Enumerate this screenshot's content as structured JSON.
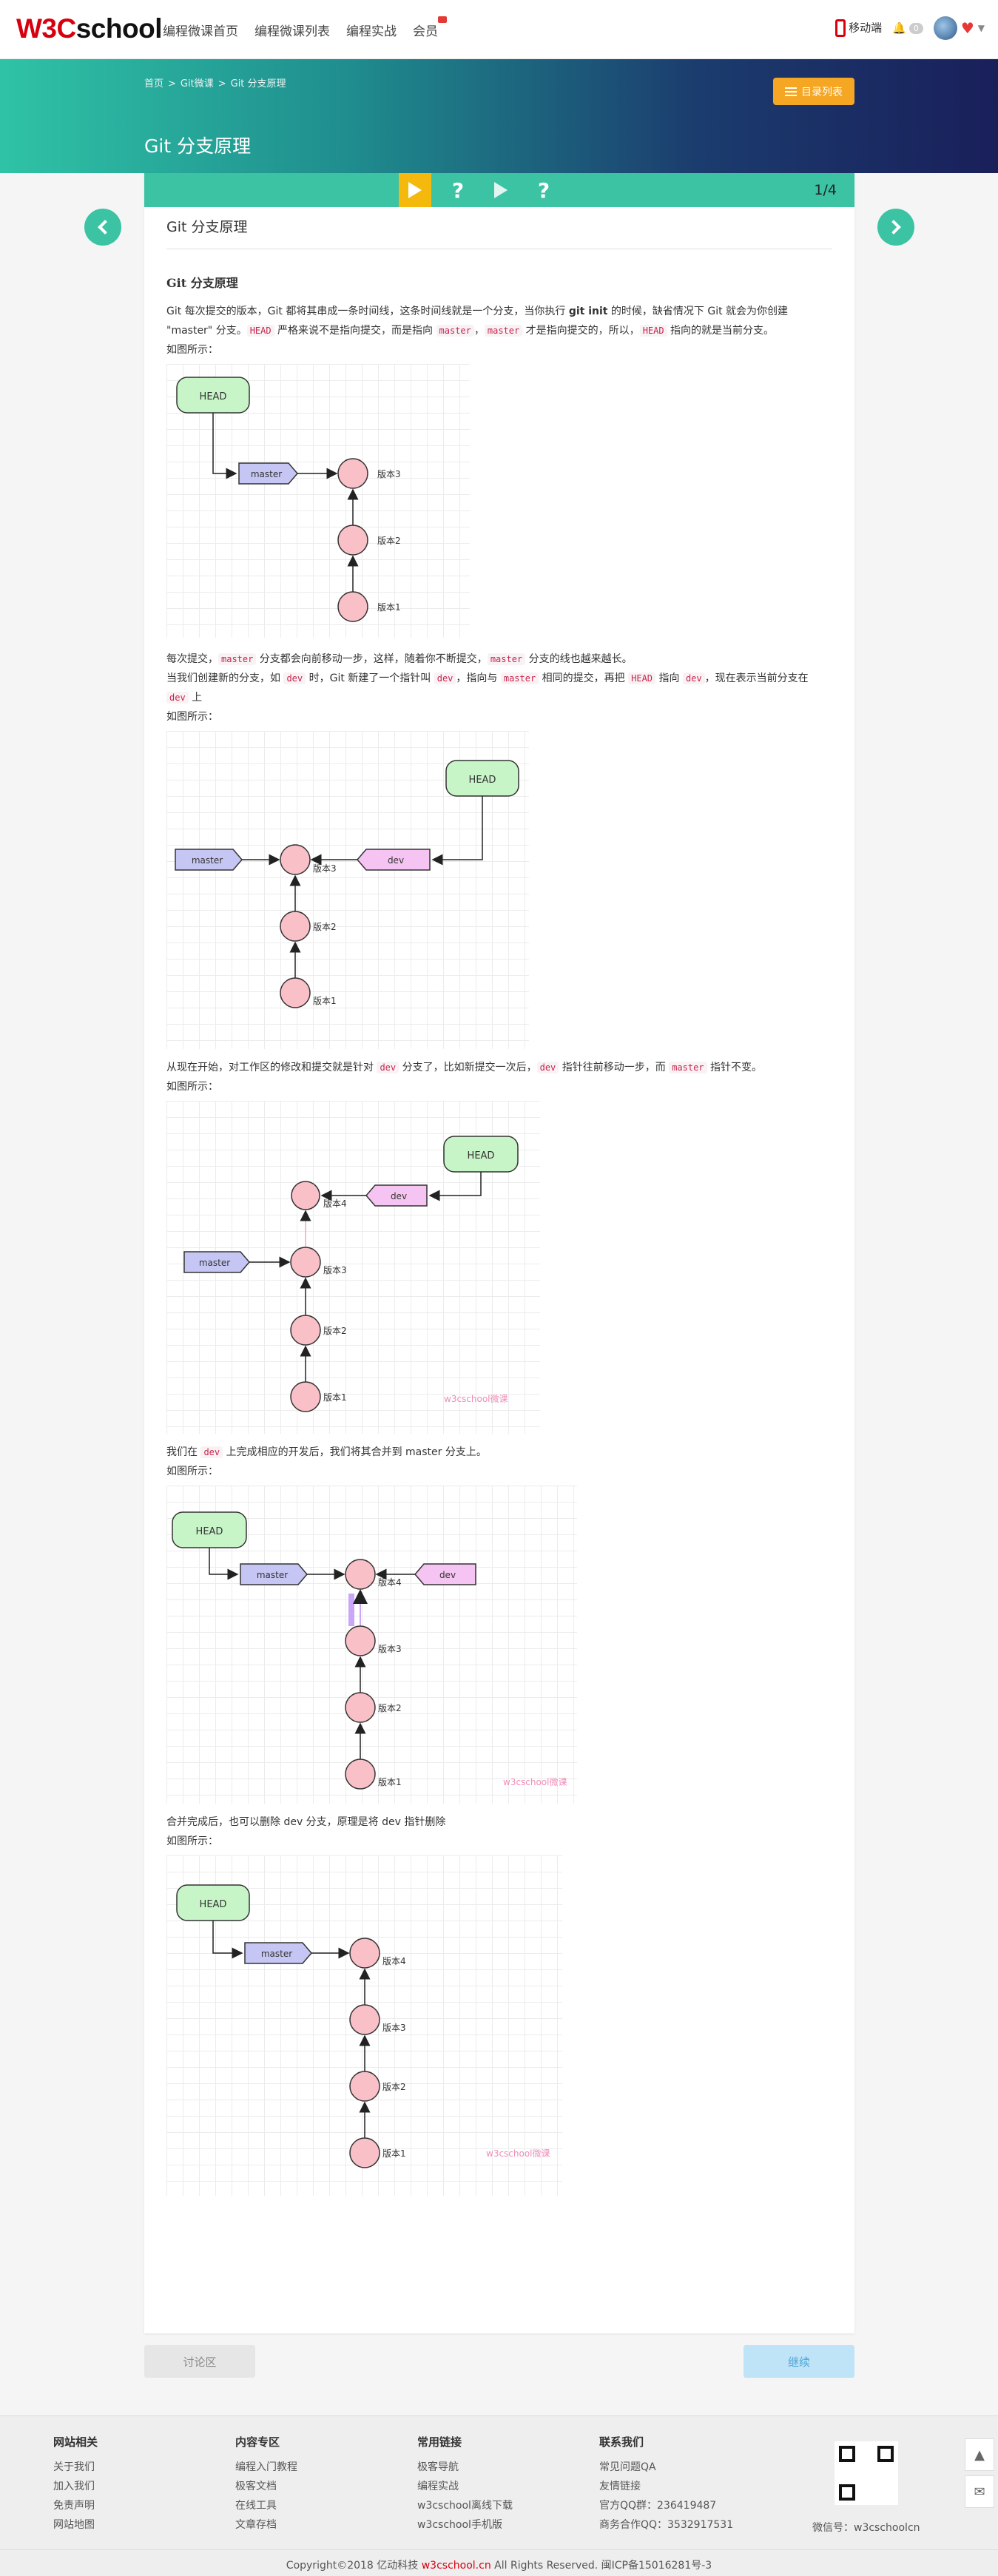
{
  "header": {
    "logo_w": "W3C",
    "logo_s": "school",
    "nav": [
      "编程微课首页",
      "编程微课列表",
      "编程实战",
      "会员"
    ],
    "mobile": "移动端",
    "bell_count": "0"
  },
  "hero": {
    "crumbs": [
      "首页",
      ">",
      "Git微课",
      ">",
      "Git 分支原理"
    ],
    "title": "Git 分支原理",
    "toc": "目录列表"
  },
  "toolbar": {
    "page": "1/4",
    "q": "?"
  },
  "doc": {
    "title": "Git 分支原理",
    "section": "Git 分支原理",
    "p1_a": "Git 每次提交的版本，Git 都将其串成一条时间线，这条时间线就是一个分支，当你执行 ",
    "p1_b": "git init",
    "p1_c": " 的时候，缺省情况下 Git 就会为你创建 \"master\" 分支。",
    "p1_d": "HEAD",
    "p1_e": " 严格来说不是指向提交，而是指向 ",
    "p1_f": "master",
    "p1_g": "，",
    "p1_h": "master",
    "p1_i": " 才是指向提交的，所以，",
    "p1_j": "HEAD",
    "p1_k": " 指向的就是当前分支。",
    "as_shown": "如图所示：",
    "p2_a": "每次提交，",
    "p2_b": "master",
    "p2_c": " 分支都会向前移动一步，这样，随着你不断提交，",
    "p2_d": "master",
    "p2_e": " 分支的线也越来越长。",
    "p3_a": "当我们创建新的分支，如 ",
    "p3_b": "dev",
    "p3_c": " 时，Git 新建了一个指针叫 ",
    "p3_d": "dev",
    "p3_e": "，指向与 ",
    "p3_f": "master",
    "p3_g": " 相同的提交，再把 ",
    "p3_h": "HEAD",
    "p3_i": " 指向 ",
    "p3_j": "dev",
    "p3_k": "，现在表示当前分支在 ",
    "p3_l": "dev",
    "p3_m": " 上",
    "p4_a": "从现在开始，对工作区的修改和提交就是针对 ",
    "p4_b": "dev",
    "p4_c": " 分支了，比如新提交一次后，",
    "p4_d": "dev",
    "p4_e": " 指针往前移动一步，而 ",
    "p4_f": "master",
    "p4_g": " 指针不变。",
    "p5_a": "我们在 ",
    "p5_b": "dev",
    "p5_c": " 上完成相应的开发后，我们将其合并到 master 分支上。",
    "p6": "合并完成后，也可以删除 dev 分支，原理是将 dev 指针删除",
    "labels": {
      "head": "HEAD",
      "master": "master",
      "dev": "dev",
      "v1": "版本1",
      "v2": "版本2",
      "v3": "版本3",
      "v4": "版本4",
      "wm": "w3cschool微课"
    }
  },
  "pager": {
    "discuss": "讨论区",
    "next": "继续"
  },
  "footer": {
    "cols": [
      {
        "title": "网站相关",
        "items": [
          "关于我们",
          "加入我们",
          "免责声明",
          "网站地图"
        ]
      },
      {
        "title": "内容专区",
        "items": [
          "编程入门教程",
          "极客文档",
          "在线工具",
          "文章存档"
        ]
      },
      {
        "title": "常用链接",
        "items": [
          "极客导航",
          "编程实战",
          "w3cschool离线下载",
          "w3cschool手机版"
        ]
      },
      {
        "title": "联系我们",
        "items": [
          "常见问题QA",
          "友情链接",
          "官方QQ群：236419487",
          "商务合作QQ：3532917531"
        ]
      }
    ],
    "wechat": "微信号：w3cschoolcn",
    "copy_a": "Copyright©2018 亿动科技 ",
    "copy_b": "w3cschool.cn",
    "copy_c": " All Rights Reserved. 闽ICP备15016281号-3"
  }
}
